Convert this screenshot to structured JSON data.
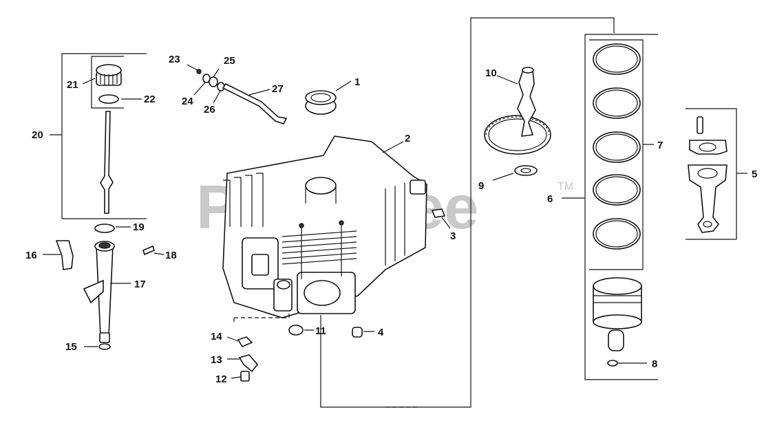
{
  "watermark": {
    "text": "PartsTree",
    "tm": "TM"
  },
  "callouts": {
    "c1": "1",
    "c2": "2",
    "c3": "3",
    "c4": "4",
    "c5": "5",
    "c6": "6",
    "c7": "7",
    "c8": "8",
    "c9": "9",
    "c10": "10",
    "c11": "11",
    "c12": "12",
    "c13": "13",
    "c14": "14",
    "c15": "15",
    "c16": "16",
    "c17": "17",
    "c18": "18",
    "c19": "19",
    "c20": "20",
    "c21": "21",
    "c22": "22",
    "c23": "23",
    "c24": "24",
    "c25": "25",
    "c26": "26",
    "c27": "27"
  }
}
